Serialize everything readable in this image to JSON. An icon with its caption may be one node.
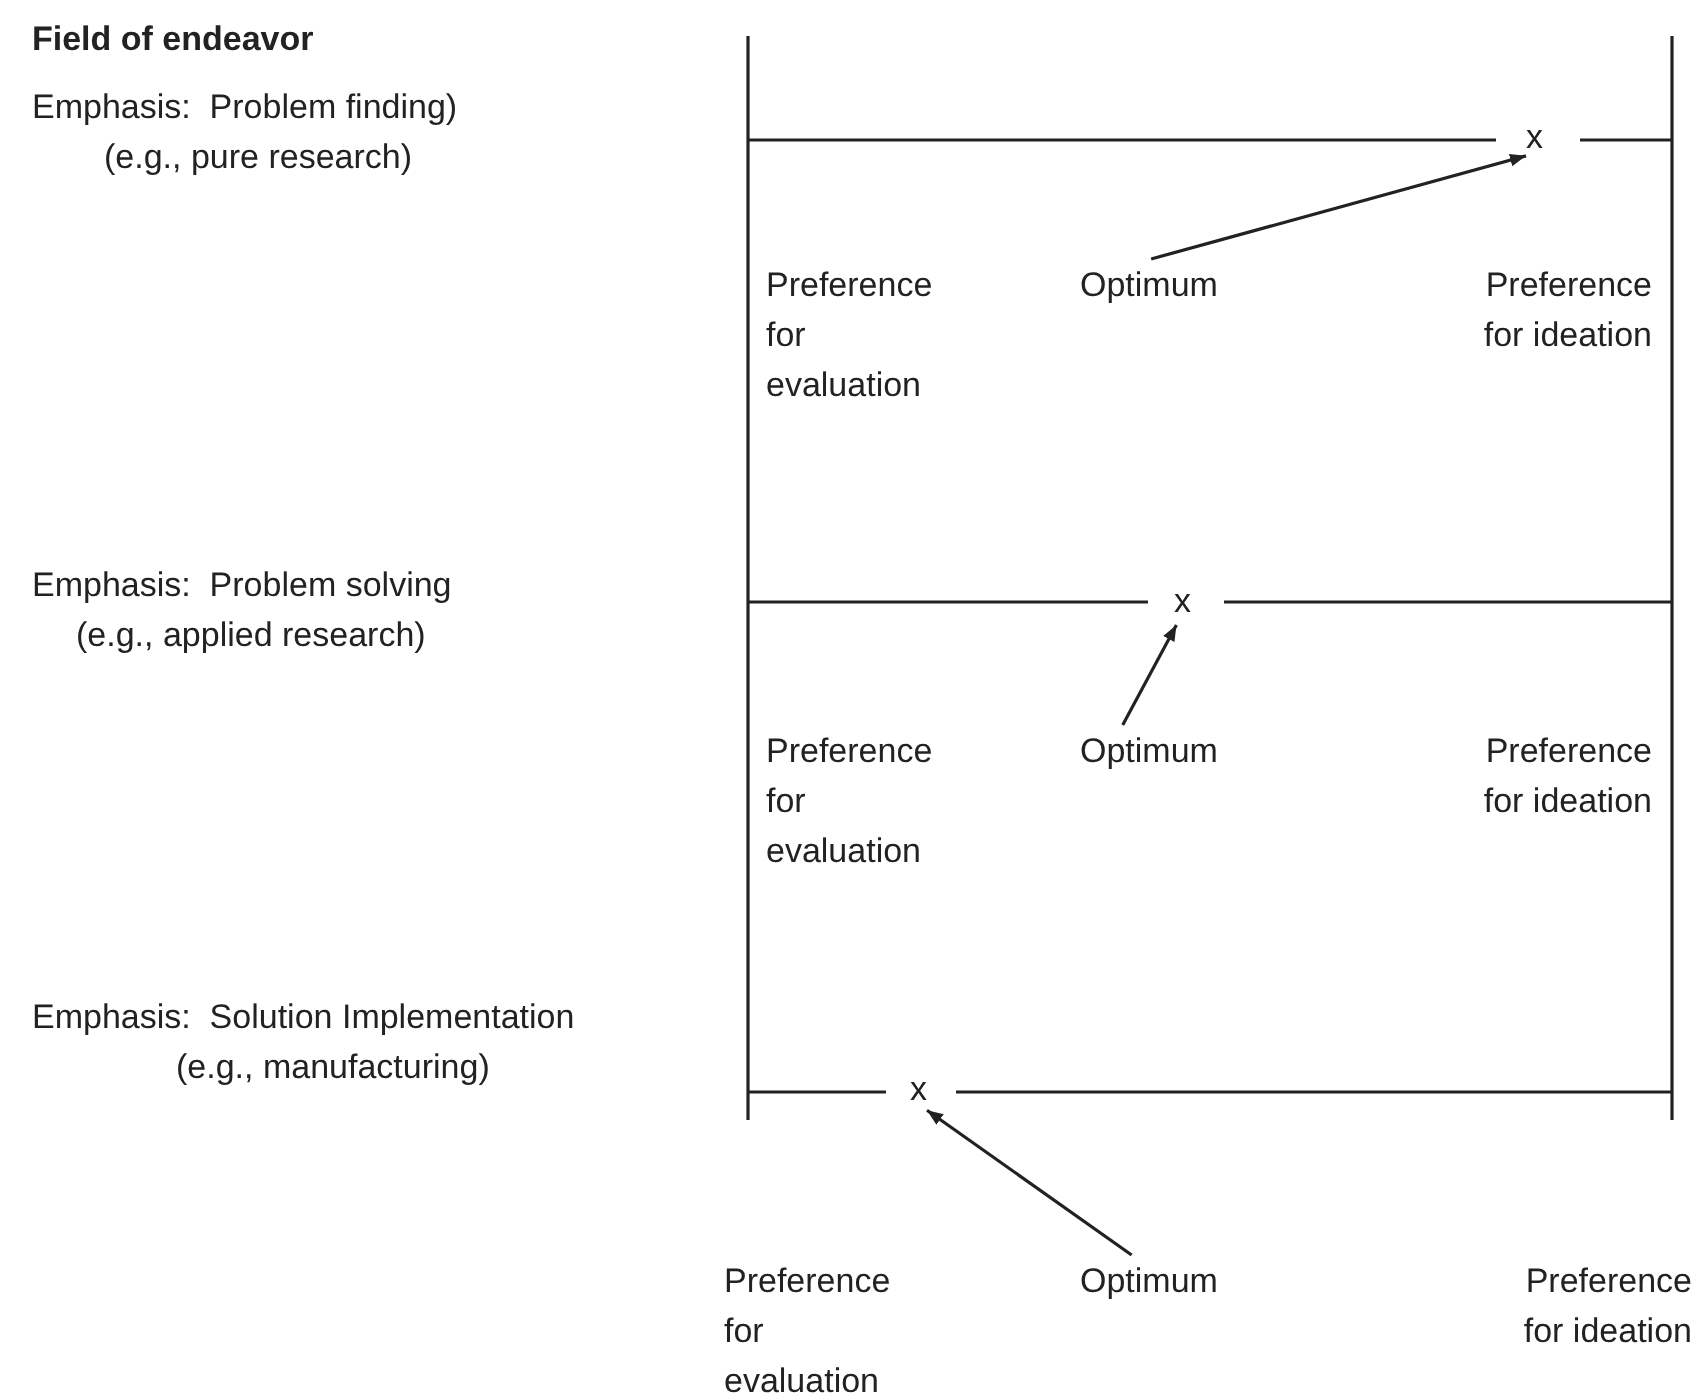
{
  "diagram": {
    "nodes": [
      {
        "text": [
          "x"
        ]
      },
      {
        "text": [
          "Optimum"
        ]
      },
      {
        "text": [
          "x"
        ]
      },
      {
        "text": [
          "Optimum"
        ]
      },
      {
        "text": [
          "x"
        ]
      },
      {
        "text": [
          "Optimum"
        ]
      }
    ],
    "edges": [
      {
        "from": 1,
        "to": 0,
        "arrow": "to"
      },
      {
        "from": 3,
        "to": 2,
        "arrow": "to"
      },
      {
        "from": 5,
        "to": 4,
        "arrow": "to"
      }
    ],
    "labels": [
      "Field of endeavor",
      "Emphasis:  Problem finding)",
      "(e.g., pure research)",
      "Preference for evaluation",
      "Preference for ideation",
      "Emphasis:  Problem solving",
      "(e.g., applied research)",
      "Preference for evaluation",
      "Preference for ideation",
      "Emphasis:  Solution Implementation",
      "(e.g., manufacturing)",
      "Preference for evaluation",
      "Preference for ideation"
    ]
  }
}
